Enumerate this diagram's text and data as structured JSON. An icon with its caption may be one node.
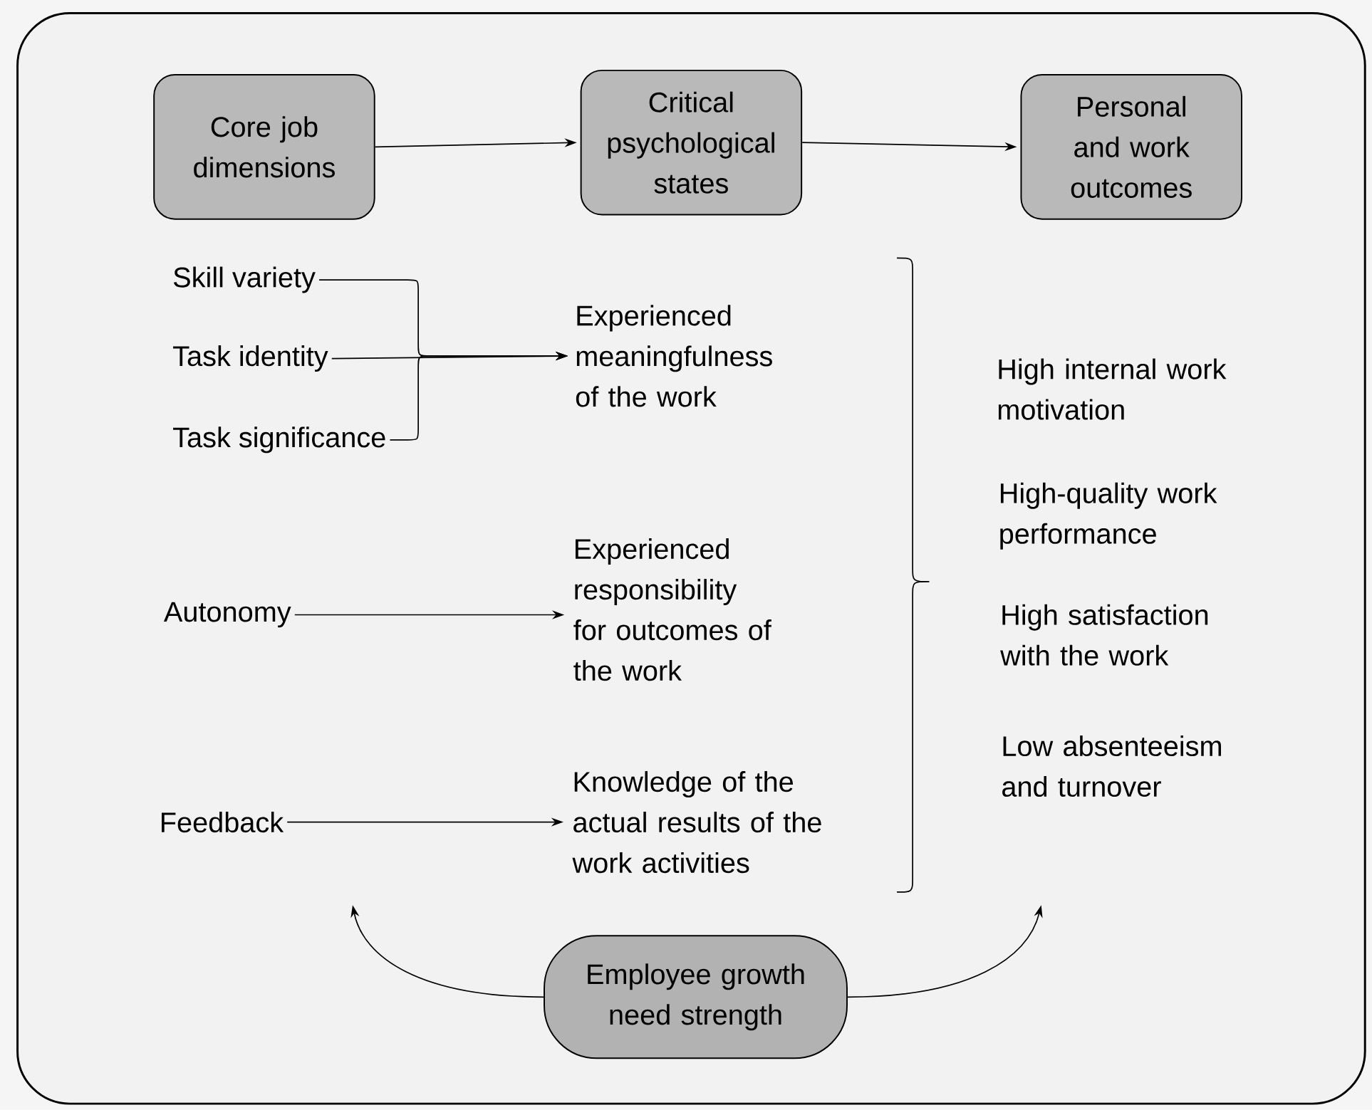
{
  "diagram": {
    "nodes": [
      {
        "text": [
          "Core job dimensions"
        ]
      },
      {
        "text": [
          "Critical psychological states"
        ]
      },
      {
        "text": [
          "Personal and work outcomes"
        ]
      },
      {
        "text": [
          "Skill variety"
        ]
      },
      {
        "text": [
          "Task identity"
        ]
      },
      {
        "text": [
          "Task significance"
        ]
      },
      {
        "text": [
          "Experienced meaningfulness of the work"
        ]
      },
      {
        "text": [
          "Autonomy"
        ]
      },
      {
        "text": [
          "Experienced responsibility for outcomes of the work"
        ]
      },
      {
        "text": [
          "Feedback"
        ]
      },
      {
        "text": [
          "Knowledge of the actual results of the work activities"
        ]
      },
      {
        "text": [
          "High internal work motivation"
        ]
      },
      {
        "text": [
          "High-quality work performance"
        ]
      },
      {
        "text": [
          "High satisfaction with the work"
        ]
      },
      {
        "text": [
          "Low absenteeism and turnover"
        ]
      },
      {
        "text": [
          "Employee growth need strength"
        ]
      }
    ],
    "edges": [
      {
        "from": 0,
        "to": 1,
        "arrow": "to"
      },
      {
        "from": 1,
        "to": 2,
        "arrow": "to"
      },
      {
        "from": 3,
        "to": 6,
        "arrow": "to"
      },
      {
        "from": 4,
        "to": 6,
        "arrow": "to"
      },
      {
        "from": 5,
        "to": 6,
        "arrow": "to"
      },
      {
        "from": 7,
        "to": 8,
        "arrow": "to"
      },
      {
        "from": 9,
        "to": 10,
        "arrow": "to"
      },
      {
        "from": 15,
        "to": null,
        "arrow": "to"
      },
      {
        "from": 15,
        "to": null,
        "arrow": "to"
      }
    ]
  }
}
